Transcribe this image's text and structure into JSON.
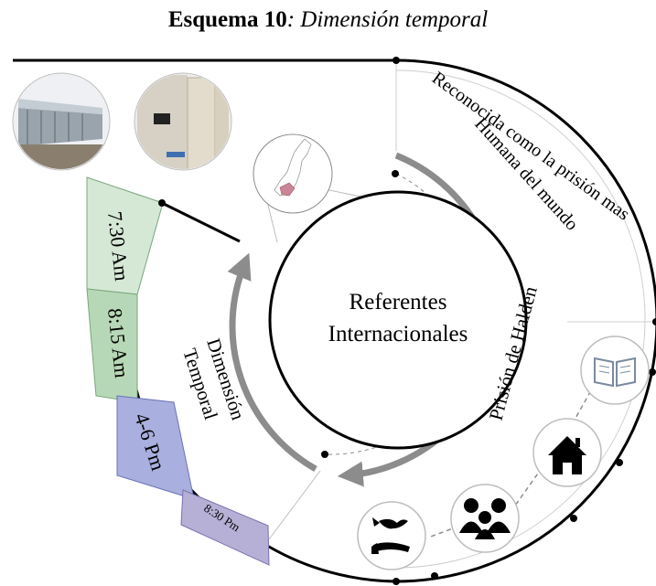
{
  "title": {
    "bold": "Esquema 10",
    "italic": ": Dimensión temporal"
  },
  "center": {
    "line1": "Referentes",
    "line2": "Internacionales"
  },
  "labels": {
    "prison": "Prisión de Halden",
    "recognition_line1": "Reconocida como la prisión mas",
    "recognition_line2": "Humana del mundo",
    "dimension_line1": "Dimensión",
    "dimension_line2": "Temporal"
  },
  "schedule": [
    {
      "label": "7:30 Am",
      "color": "#d5e8d6"
    },
    {
      "label": "8:15 Am",
      "color": "#b7d8b6"
    },
    {
      "label": "4-6 Pm",
      "color": "#a9afde"
    },
    {
      "label": "8:30 Pm",
      "color": "#b6b0d6"
    }
  ],
  "icons": [
    "book-icon",
    "house-icon",
    "family-icon",
    "peace-dove-hand-icon"
  ],
  "photos": [
    "prison-exterior-photo",
    "prison-cell-photo",
    "norway-map"
  ],
  "colors": {
    "arc_gray": "#8c8c8c",
    "map_highlight": "#c98595"
  }
}
